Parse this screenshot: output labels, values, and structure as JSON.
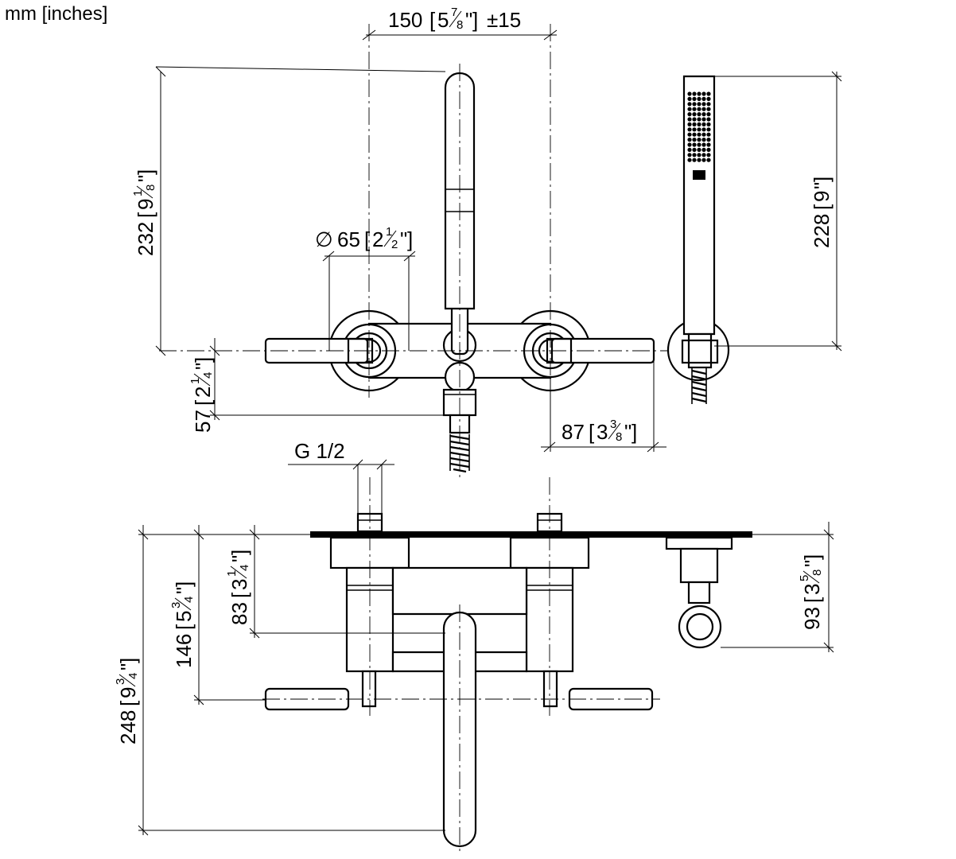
{
  "units_label": "mm [inches]",
  "dimensions": {
    "spout_spacing": {
      "mm": "150",
      "inch_whole": "5",
      "inch_num": "7",
      "inch_den": "8",
      "tolerance": "±15"
    },
    "spout_height": {
      "mm": "232",
      "inch_whole": "9",
      "inch_num": "1",
      "inch_den": "8"
    },
    "rosette_diameter": {
      "symbol": "∅",
      "mm": "65",
      "inch_whole": "2",
      "inch_num": "1",
      "inch_den": "2"
    },
    "lower_offset": {
      "mm": "57",
      "inch_whole": "2",
      "inch_num": "1",
      "inch_den": "4"
    },
    "lever_length": {
      "mm": "87",
      "inch_whole": "3",
      "inch_num": "3",
      "inch_den": "8"
    },
    "handshower_length": {
      "mm": "228",
      "inch": "9"
    },
    "thread": {
      "label": "G 1/2"
    },
    "spout_projection_top": {
      "mm": "83",
      "inch_whole": "3",
      "inch_num": "1",
      "inch_den": "4"
    },
    "lever_projection": {
      "mm": "146",
      "inch_whole": "5",
      "inch_num": "3",
      "inch_den": "4"
    },
    "spout_projection": {
      "mm": "248",
      "inch_whole": "9",
      "inch_num": "3",
      "inch_den": "4"
    },
    "holder_projection": {
      "mm": "93",
      "inch_whole": "3",
      "inch_num": "5",
      "inch_den": "8"
    }
  }
}
